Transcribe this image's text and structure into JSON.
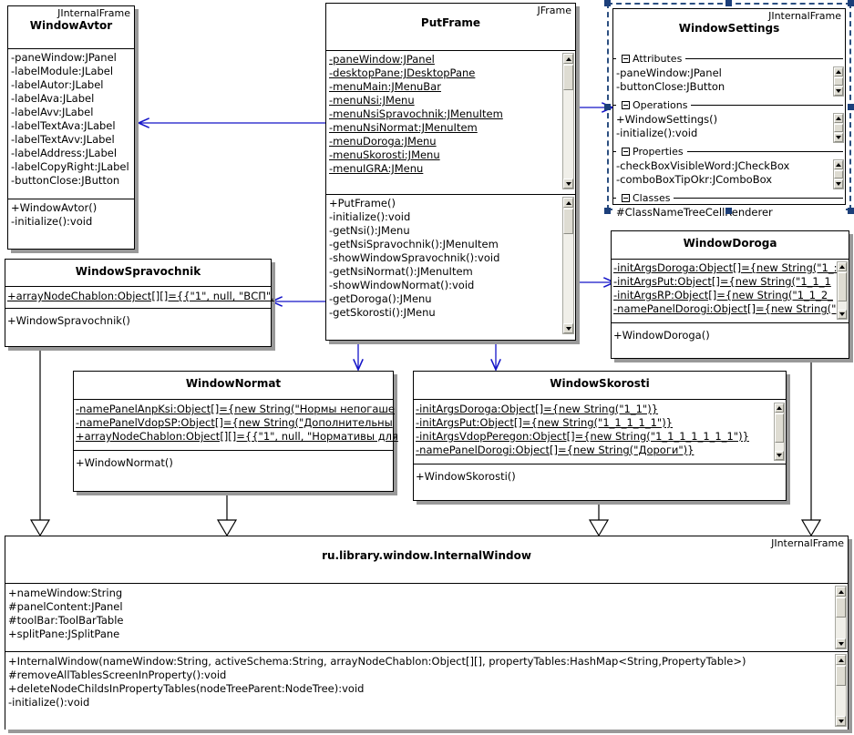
{
  "diagram": {
    "type": "uml-class-diagram",
    "background": "#ffffff",
    "dependency_color": "#1414c8",
    "generalization_color": "#000000",
    "selection_color": "#1c3f7a"
  },
  "classes": {
    "windowAvtor": {
      "stereotype": "JInternalFrame",
      "name": "WindowAvtor",
      "attributes": [
        "-paneWindow:JPanel",
        "-labelModule:JLabel",
        "-labelAutor:JLabel",
        "-labelAva:JLabel",
        "-labelAvv:JLabel",
        "-labelTextAva:JLabel",
        "-labelTextAvv:JLabel",
        "-labelAddress:JLabel",
        "-labelCopyRight:JLabel",
        "-buttonClose:JButton"
      ],
      "operations": [
        "+WindowAvtor()",
        "-initialize():void"
      ]
    },
    "putFrame": {
      "stereotype": "JFrame",
      "name": "PutFrame",
      "attributes": [
        "-paneWindow:JPanel",
        "-desktopPane:JDesktopPane",
        "-menuMain:JMenuBar",
        "-menuNsi:JMenu",
        "-menuNsiSpravochnik:JMenuItem",
        "-menuNsiNormat:JMenuItem",
        "-menuDoroga:JMenu",
        "-menuSkorosti:JMenu",
        "-menuIGRA:JMenu"
      ],
      "operations": [
        "+PutFrame()",
        "-initialize():void",
        "-getNsi():JMenu",
        "-getNsiSpravochnik():JMenuItem",
        "-showWindowSpravochnik():void",
        "-getNsiNormat():JMenuItem",
        "-showWindowNormat():void",
        "-getDoroga():JMenu",
        "-getSkorosti():JMenu"
      ]
    },
    "windowSettings": {
      "stereotype": "JInternalFrame",
      "name": "WindowSettings",
      "selected": true,
      "groups": [
        {
          "label": "Attributes",
          "members": [
            "-paneWindow:JPanel",
            "-buttonClose:JButton"
          ]
        },
        {
          "label": "Operations",
          "members": [
            "+WindowSettings()",
            "-initialize():void"
          ]
        },
        {
          "label": "Properties",
          "members": [
            "-checkBoxVisibleWord:JCheckBox",
            "-comboBoxTipOkr:JComboBox"
          ]
        },
        {
          "label": "Classes",
          "members": [
            "#ClassNameTreeCellRenderer"
          ]
        }
      ]
    },
    "windowSpravochnik": {
      "stereotype": "",
      "name": "WindowSpravochnik",
      "attributes": [
        "+arrayNodeChablon:Object[][]={{\"1\", null, \"ВСП\","
      ],
      "operations": [
        "+WindowSpravochnik()"
      ]
    },
    "windowDoroga": {
      "stereotype": "",
      "name": "WindowDoroga",
      "attributes": [
        "-initArgsDoroga:Object[]={new String(\"1_:",
        "-initArgsPut:Object[]={new String(\"1_1_1",
        "-initArgsRP:Object[]={new String(\"1_1_2_",
        "-namePanelDorogi:Object[]={new String(\""
      ],
      "operations": [
        "+WindowDoroga()"
      ]
    },
    "windowNormat": {
      "stereotype": "",
      "name": "WindowNormat",
      "attributes": [
        "-namePanelAnpKsi:Object[]={new String(\"Нормы непогаше",
        "-namePanelVdopSP:Object[]={new String(\"Дополнительны",
        "+arrayNodeChablon:Object[][]={{\"1\", null, \"Нормативы для"
      ],
      "operations": [
        "+WindowNormat()"
      ]
    },
    "windowSkorosti": {
      "stereotype": "",
      "name": "WindowSkorosti",
      "attributes": [
        "-initArgsDoroga:Object[]={new String(\"1_1\")}",
        "-initArgsPut:Object[]={new String(\"1_1_1_1_1\")}",
        "-initArgsVdopPeregon:Object[]={new String(\"1_1_1_1_1_1_1\")}",
        "-namePanelDorogi:Object[]={new String(\"Дороги\")}"
      ],
      "operations": [
        "+WindowSkorosti()"
      ]
    },
    "internalWindow": {
      "stereotype": "JInternalFrame",
      "name": "ru.library.window.InternalWindow",
      "attributes": [
        "+nameWindow:String",
        "#panelContent:JPanel",
        "#toolBar:ToolBarTable",
        "+splitPane:JSplitPane"
      ],
      "operations": [
        "+InternalWindow(nameWindow:String, activeSchema:String, arrayNodeChablon:Object[][], propertyTables:HashMap<String,PropertyTable>)",
        "#removeAllTablesScreenInProperty():void",
        "+deleteNodeChildsInPropertyTables(nodeTreeParent:NodeTree):void",
        "-initialize():void"
      ]
    }
  },
  "connectors": [
    {
      "id": "dep-putframe-windowavtor",
      "kind": "dependency",
      "from": "PutFrame",
      "to": "WindowAvtor"
    },
    {
      "id": "dep-putframe-windowsettings",
      "kind": "dependency",
      "from": "PutFrame",
      "to": "WindowSettings"
    },
    {
      "id": "dep-putframe-windowdoroga",
      "kind": "dependency",
      "from": "PutFrame",
      "to": "WindowDoroga"
    },
    {
      "id": "dep-putframe-spravochnik",
      "kind": "dependency",
      "from": "PutFrame",
      "to": "WindowSpravochnik"
    },
    {
      "id": "dep-putframe-normat",
      "kind": "dependency",
      "from": "PutFrame",
      "to": "WindowNormat"
    },
    {
      "id": "dep-putframe-skorosti",
      "kind": "dependency",
      "from": "PutFrame",
      "to": "WindowSkorosti"
    },
    {
      "id": "gen-spravochnik-internal",
      "kind": "generalization",
      "from": "WindowSpravochnik",
      "to": "ru.library.window.InternalWindow"
    },
    {
      "id": "gen-normat-internal",
      "kind": "generalization",
      "from": "WindowNormat",
      "to": "ru.library.window.InternalWindow"
    },
    {
      "id": "gen-skorosti-internal",
      "kind": "generalization",
      "from": "WindowSkorosti",
      "to": "ru.library.window.InternalWindow"
    },
    {
      "id": "gen-doroga-internal",
      "kind": "generalization",
      "from": "WindowDoroga",
      "to": "ru.library.window.InternalWindow"
    }
  ],
  "scrollbars": {
    "up_arrow": "scroll-up-arrow",
    "down_arrow": "scroll-down-arrow",
    "thumb": "scroll-thumb"
  }
}
